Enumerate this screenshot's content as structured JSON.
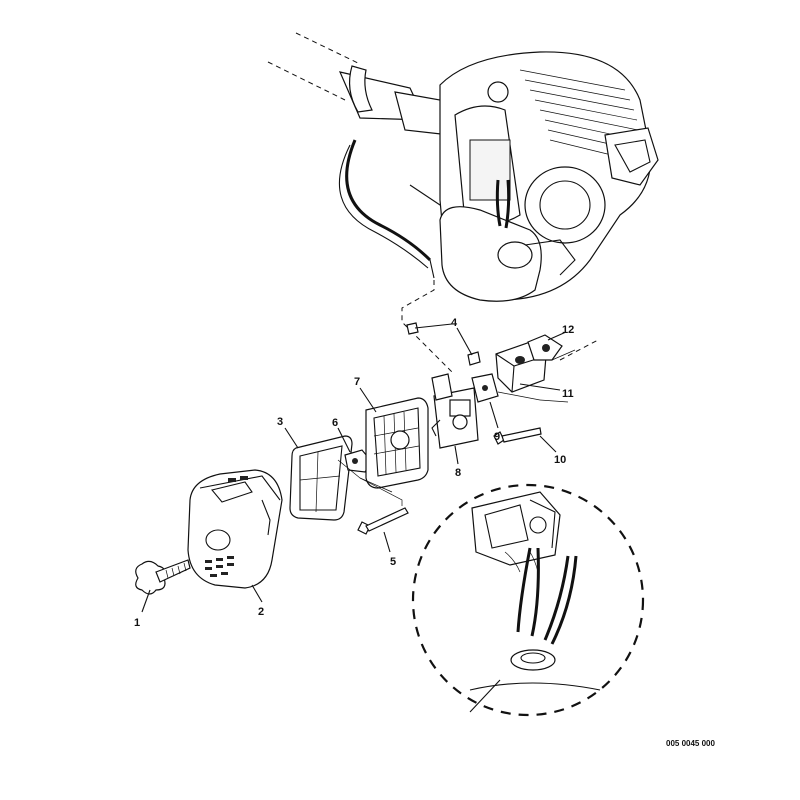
{
  "diagram": {
    "reference_code": "005 0045 000",
    "callouts": [
      {
        "id": "1",
        "label": "1"
      },
      {
        "id": "2",
        "label": "2"
      },
      {
        "id": "3",
        "label": "3"
      },
      {
        "id": "4",
        "label": "4"
      },
      {
        "id": "5",
        "label": "5"
      },
      {
        "id": "6",
        "label": "6"
      },
      {
        "id": "7",
        "label": "7"
      },
      {
        "id": "8",
        "label": "8"
      },
      {
        "id": "9",
        "label": "9"
      },
      {
        "id": "10",
        "label": "10"
      },
      {
        "id": "11",
        "label": "11"
      },
      {
        "id": "12",
        "label": "12"
      }
    ]
  }
}
